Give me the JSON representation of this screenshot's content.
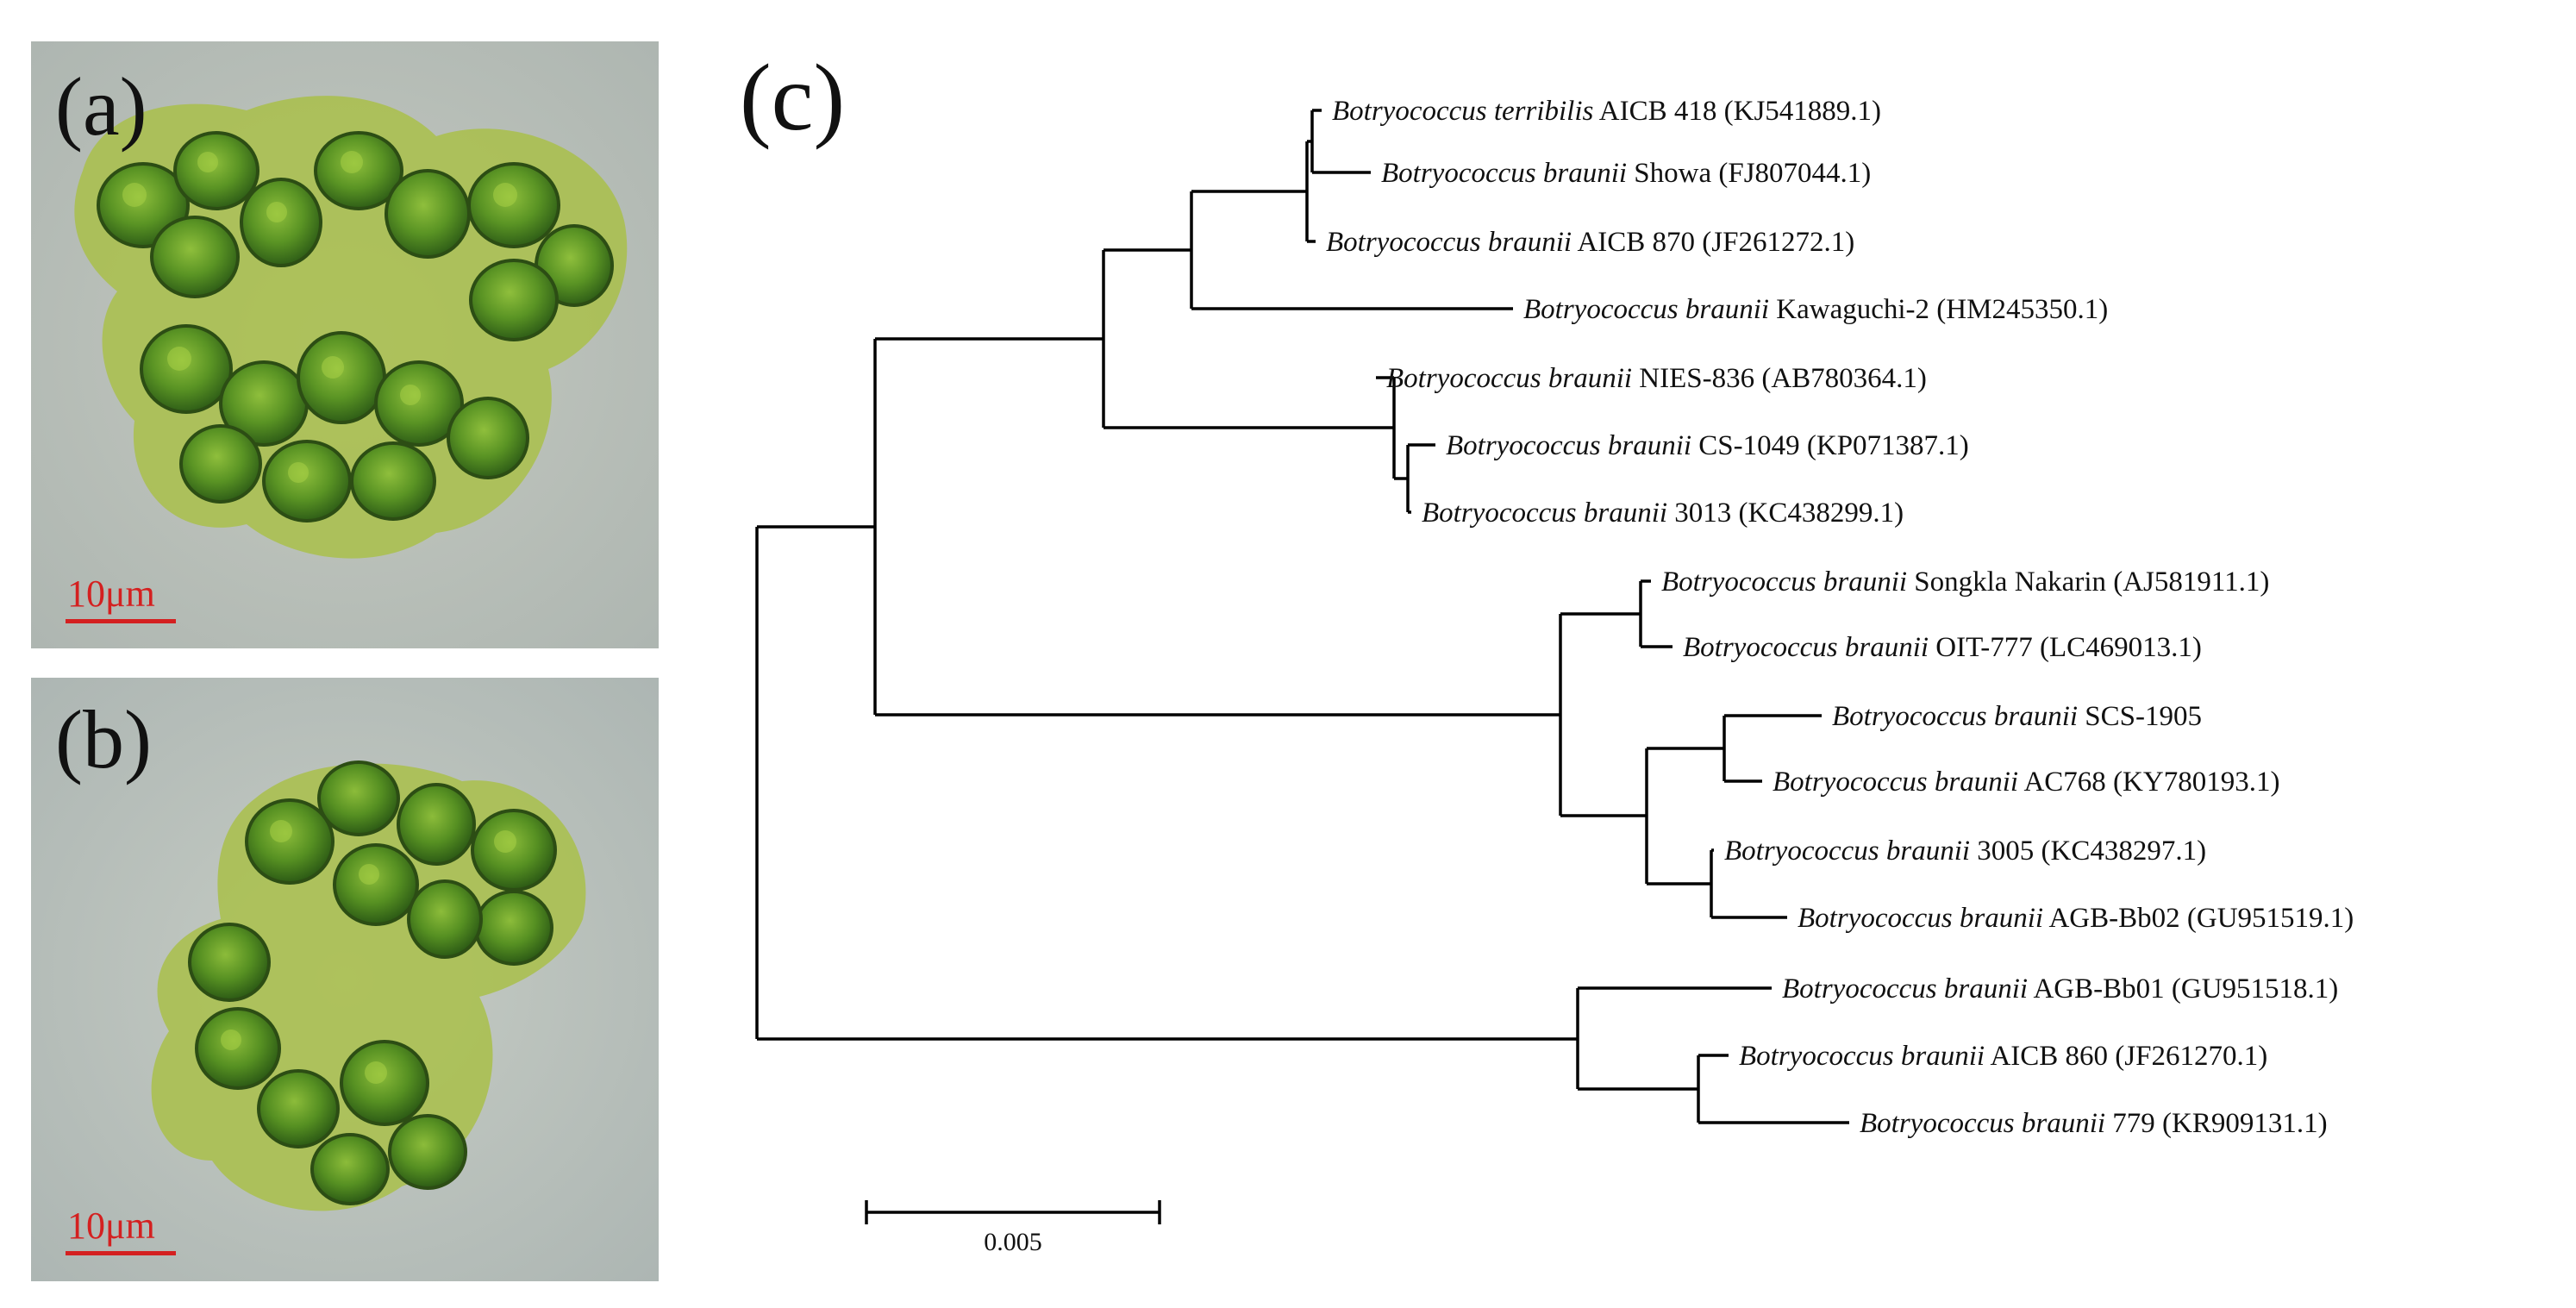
{
  "panel_a": {
    "label": "(a)",
    "scale_bar": "10μm"
  },
  "panel_b": {
    "label": "(b)",
    "scale_bar": "10μm"
  },
  "panel_c": {
    "label": "(c)",
    "scale_bar_label": "0.005",
    "taxa": [
      {
        "genus": "Botryococcus",
        "species": "terribilis",
        "strain": "AICB 418",
        "accession": "(KJ541889.1)"
      },
      {
        "genus": "Botryococcus",
        "species": "braunii",
        "strain": "Showa",
        "accession": "(FJ807044.1)"
      },
      {
        "genus": "Botryococcus",
        "species": "braunii",
        "strain": "AICB 870",
        "accession": "(JF261272.1)"
      },
      {
        "genus": "Botryococcus",
        "species": "braunii",
        "strain": "Kawaguchi-2",
        "accession": "(HM245350.1)"
      },
      {
        "genus": "Botryococcus",
        "species": "braunii",
        "strain": "NIES-836",
        "accession": "(AB780364.1)"
      },
      {
        "genus": "Botryococcus",
        "species": "braunii",
        "strain": "CS-1049",
        "accession": "(KP071387.1)"
      },
      {
        "genus": "Botryococcus",
        "species": "braunii",
        "strain": "3013",
        "accession": "(KC438299.1)"
      },
      {
        "genus": "Botryococcus",
        "species": "braunii",
        "strain": "Songkla Nakarin",
        "accession": "(AJ581911.1)"
      },
      {
        "genus": "Botryococcus",
        "species": "braunii",
        "strain": "OIT-777",
        "accession": "(LC469013.1)"
      },
      {
        "genus": "Botryococcus",
        "species": "braunii",
        "strain": "SCS-1905",
        "accession": ""
      },
      {
        "genus": "Botryococcus",
        "species": "braunii",
        "strain": "AC768",
        "accession": "(KY780193.1)"
      },
      {
        "genus": "Botryococcus",
        "species": "braunii",
        "strain": "3005",
        "accession": "(KC438297.1)"
      },
      {
        "genus": "Botryococcus",
        "species": "braunii",
        "strain": "AGB-Bb02",
        "accession": "(GU951519.1)"
      },
      {
        "genus": "Botryococcus",
        "species": "braunii",
        "strain": "AGB-Bb01",
        "accession": "(GU951518.1)"
      },
      {
        "genus": "Botryococcus",
        "species": "braunii",
        "strain": "AICB 860",
        "accession": "(JF261270.1)"
      },
      {
        "genus": "Botryococcus",
        "species": "braunii",
        "strain": "779",
        "accession": "(KR909131.1)"
      }
    ]
  },
  "colors": {
    "micrograph_background": "#b4bcb5",
    "cell_green": "#4f8a1e",
    "scale_bar_red": "#d42020",
    "tree_line": "#000000"
  }
}
